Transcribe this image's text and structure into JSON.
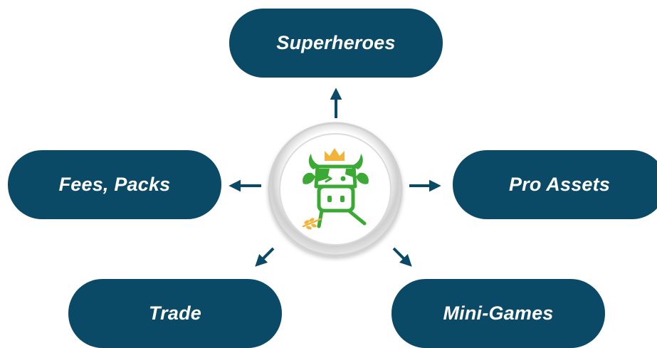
{
  "nodes": {
    "top": {
      "label": "Superheroes"
    },
    "left": {
      "label": "Fees, Packs"
    },
    "right": {
      "label": "Pro Assets"
    },
    "bottom_left": {
      "label": "Trade"
    },
    "bottom_right": {
      "label": "Mini-Games"
    }
  },
  "center": {
    "icon": "cow-crown-logo-icon"
  },
  "colors": {
    "node_fill": "#0b4a66",
    "node_text": "#ffffff",
    "arrow": "#0b4a66",
    "logo_green": "#3aaa35",
    "crown_gold": "#f2b33a"
  }
}
